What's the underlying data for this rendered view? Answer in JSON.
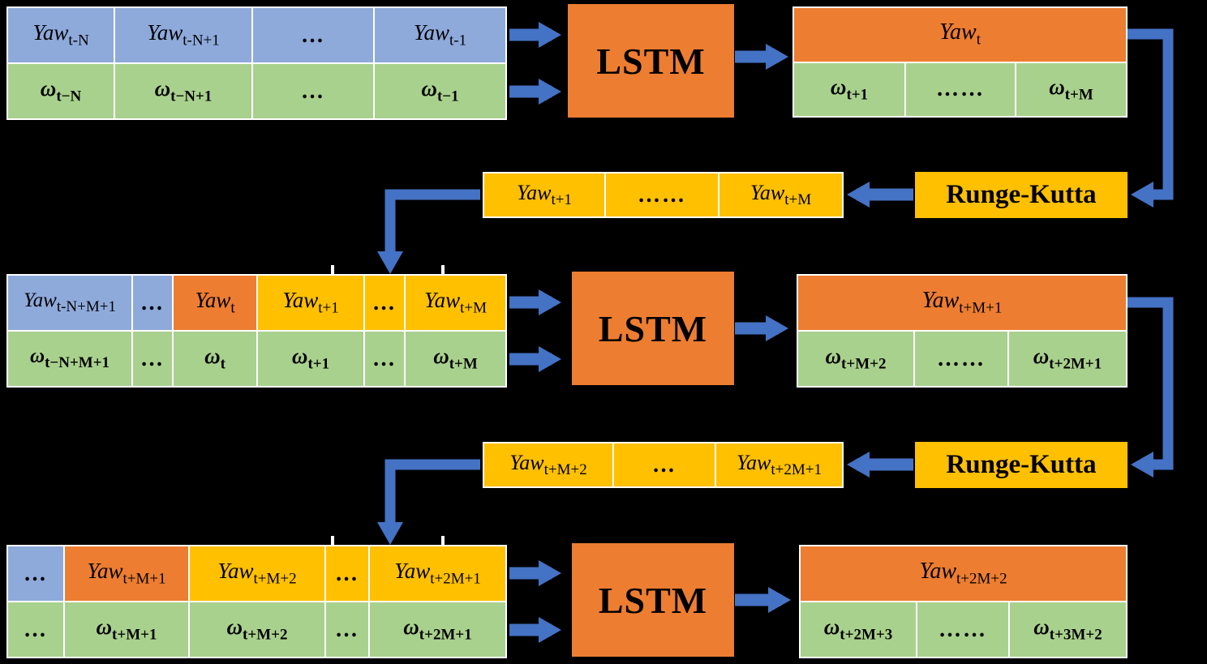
{
  "colors": {
    "background": "#000000",
    "blue_cell": "#8EAADB",
    "green_cell": "#A9D18E",
    "orange_cell": "#ED7D31",
    "yellow_cell": "#FFC000",
    "arrow": "#4472C4",
    "border": "#FFFFFF",
    "text": "#000000"
  },
  "lstm": [
    "LSTM",
    "LSTM",
    "LSTM"
  ],
  "runge_kutta": [
    "Runge-Kutta",
    "Runge-Kutta"
  ],
  "tables": {
    "t1": {
      "yaw": [
        {
          "base": "Yaw",
          "sub": "t-N"
        },
        {
          "base": "Yaw",
          "sub": "t-N+1"
        },
        {
          "base": "…",
          "sub": ""
        },
        {
          "base": "Yaw",
          "sub": "t-1"
        }
      ],
      "omega": [
        {
          "base": "ω",
          "sub": "t−N"
        },
        {
          "base": "ω",
          "sub": "t−N+1"
        },
        {
          "base": "…",
          "sub": ""
        },
        {
          "base": "ω",
          "sub": "t−1"
        }
      ]
    },
    "o1": {
      "yaw": {
        "base": "Yaw",
        "sub": "t"
      },
      "omega": [
        {
          "base": "ω",
          "sub": "t+1"
        },
        {
          "base": "……",
          "sub": ""
        },
        {
          "base": "ω",
          "sub": "t+M"
        }
      ]
    },
    "rk1": [
      {
        "base": "Yaw",
        "sub": "t+1"
      },
      {
        "base": "……",
        "sub": ""
      },
      {
        "base": "Yaw",
        "sub": "t+M"
      }
    ],
    "t2": {
      "yaw": [
        {
          "base": "Yaw",
          "sub": "t-N+M+1"
        },
        {
          "base": "…",
          "sub": ""
        },
        {
          "base": "Yaw",
          "sub": "t"
        },
        {
          "base": "Yaw",
          "sub": "t+1"
        },
        {
          "base": "…",
          "sub": ""
        },
        {
          "base": "Yaw",
          "sub": "t+M"
        }
      ],
      "omega": [
        {
          "base": "ω",
          "sub": "t−N+M+1"
        },
        {
          "base": "…",
          "sub": ""
        },
        {
          "base": "ω",
          "sub": "t"
        },
        {
          "base": "ω",
          "sub": "t+1"
        },
        {
          "base": "…",
          "sub": ""
        },
        {
          "base": "ω",
          "sub": "t+M"
        }
      ]
    },
    "o2": {
      "yaw": {
        "base": "Yaw",
        "sub": "t+M+1"
      },
      "omega": [
        {
          "base": "ω",
          "sub": "t+M+2"
        },
        {
          "base": "……",
          "sub": ""
        },
        {
          "base": "ω",
          "sub": "t+2M+1"
        }
      ]
    },
    "rk2": [
      {
        "base": "Yaw",
        "sub": "t+M+2"
      },
      {
        "base": "…",
        "sub": ""
      },
      {
        "base": "Yaw",
        "sub": "t+2M+1"
      }
    ],
    "t3": {
      "yaw": [
        {
          "base": "…",
          "sub": ""
        },
        {
          "base": "Yaw",
          "sub": "t+M+1"
        },
        {
          "base": "Yaw",
          "sub": "t+M+2"
        },
        {
          "base": "…",
          "sub": ""
        },
        {
          "base": "Yaw",
          "sub": "t+2M+1"
        }
      ],
      "omega": [
        {
          "base": "…",
          "sub": ""
        },
        {
          "base": "ω",
          "sub": "t+M+1"
        },
        {
          "base": "ω",
          "sub": "t+M+2"
        },
        {
          "base": "…",
          "sub": ""
        },
        {
          "base": "ω",
          "sub": "t+2M+1"
        }
      ]
    },
    "o3": {
      "yaw": {
        "base": "Yaw",
        "sub": "t+2M+2"
      },
      "omega": [
        {
          "base": "ω",
          "sub": "t+2M+3"
        },
        {
          "base": "……",
          "sub": ""
        },
        {
          "base": "ω",
          "sub": "t+3M+2"
        }
      ]
    }
  }
}
